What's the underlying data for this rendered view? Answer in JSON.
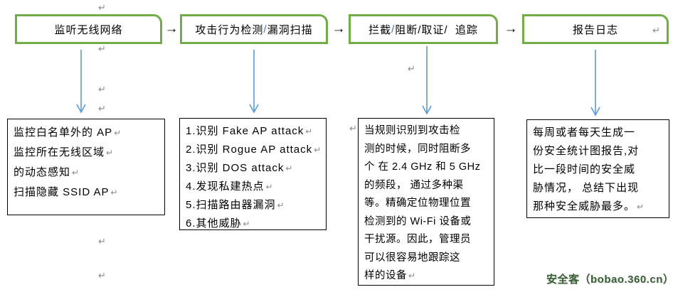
{
  "colors": {
    "box_border_green": "#70AD47",
    "arrow_blue": "#5B9BD5",
    "slash_blue": "#4472C4",
    "paragraph_mark_gray": "#8a8a8a",
    "text": "#000000",
    "watermark_green": "#3a5f35"
  },
  "flow": {
    "connector": "→",
    "boxes": [
      {
        "label": "监听无线网络"
      },
      {
        "pre": "攻击行为检测",
        "slash": "/",
        "post": "漏洞扫描"
      },
      {
        "pre": "拦截",
        "slash": "/",
        "post": "阻断/取证/  追踪"
      },
      {
        "label": "报告日志"
      }
    ]
  },
  "details": [
    {
      "lines": [
        "监控白名单外的 AP",
        "监控所在无线区域",
        "的动态感知",
        "扫描隐藏 SSID AP"
      ]
    },
    {
      "lines": [
        "1.识别 Fake AP attack",
        "2.识别 Rogue AP attack",
        "3.识别 DOS attack",
        "4.发现私建热点",
        "5.扫描路由器漏洞",
        "6.其他威胁"
      ]
    },
    {
      "lines": [
        "当规则识别到攻击检",
        "测的时候，同时阻断多",
        "个 在 2.4 GHz 和 5 GHz",
        "的频段， 通过多种渠",
        "等。精确定位物理位置",
        "检测到的 Wi-Fi 设备或",
        "干扰源。因此，管理员",
        "可以很容易地跟踪这",
        "样的设备"
      ]
    },
    {
      "lines": [
        "每周或者每天生成一",
        "份安全统计图报告,对",
        "比一段时间的安全威",
        "胁情况， 总结下出现",
        "那种安全威胁最多。"
      ]
    }
  ],
  "marks": {
    "pilcrow": "↵"
  },
  "watermark": {
    "text": "安全客（bobao.360.cn）"
  }
}
